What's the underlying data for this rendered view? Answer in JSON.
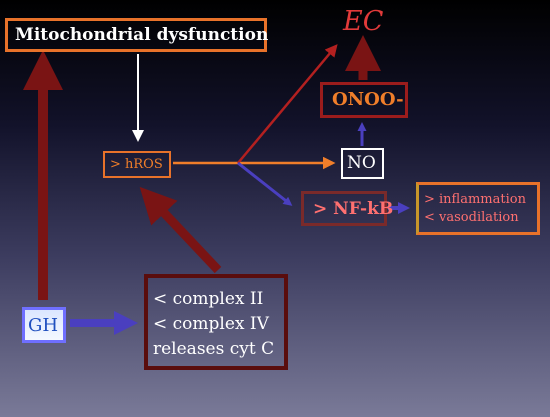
{
  "colors": {
    "background_top": "#000000",
    "background_bottom": "#7a7a98",
    "dark_red": "#7a1414",
    "orange": "#f07e2a",
    "blue": "#4a3fbf",
    "white": "#ffffff"
  },
  "nodes": {
    "mitochondrial_dysfunction": "Mitochondrial dysfunction",
    "ec": "EC",
    "onoo": "ONOO-",
    "hros": "> hROS",
    "no": "NO",
    "nfkb": "> NF-kB",
    "outcomes": [
      "> inflammation",
      "< vasodilation"
    ],
    "gh": "GH",
    "complex_effects": [
      "< complex II",
      "< complex IV",
      "releases cyt C"
    ]
  },
  "edges": [
    {
      "from": "GH",
      "to": "Mitochondrial dysfunction",
      "color": "dark-red"
    },
    {
      "from": "Mitochondrial dysfunction",
      "to": "> hROS",
      "color": "white"
    },
    {
      "from": "GH",
      "to": "complex effects",
      "color": "blue"
    },
    {
      "from": "complex effects",
      "to": "> hROS",
      "color": "dark-red"
    },
    {
      "from": "> hROS",
      "to": "NO",
      "color": "orange"
    },
    {
      "from": "> hROS",
      "to": "EC",
      "color": "red"
    },
    {
      "from": "> hROS",
      "to": "> NF-kB",
      "color": "blue"
    },
    {
      "from": "NO",
      "to": "ONOO-",
      "color": "blue"
    },
    {
      "from": "ONOO-",
      "to": "EC",
      "color": "dark-red"
    },
    {
      "from": "> NF-kB",
      "to": "> inflammation / < vasodilation",
      "color": "blue"
    }
  ]
}
